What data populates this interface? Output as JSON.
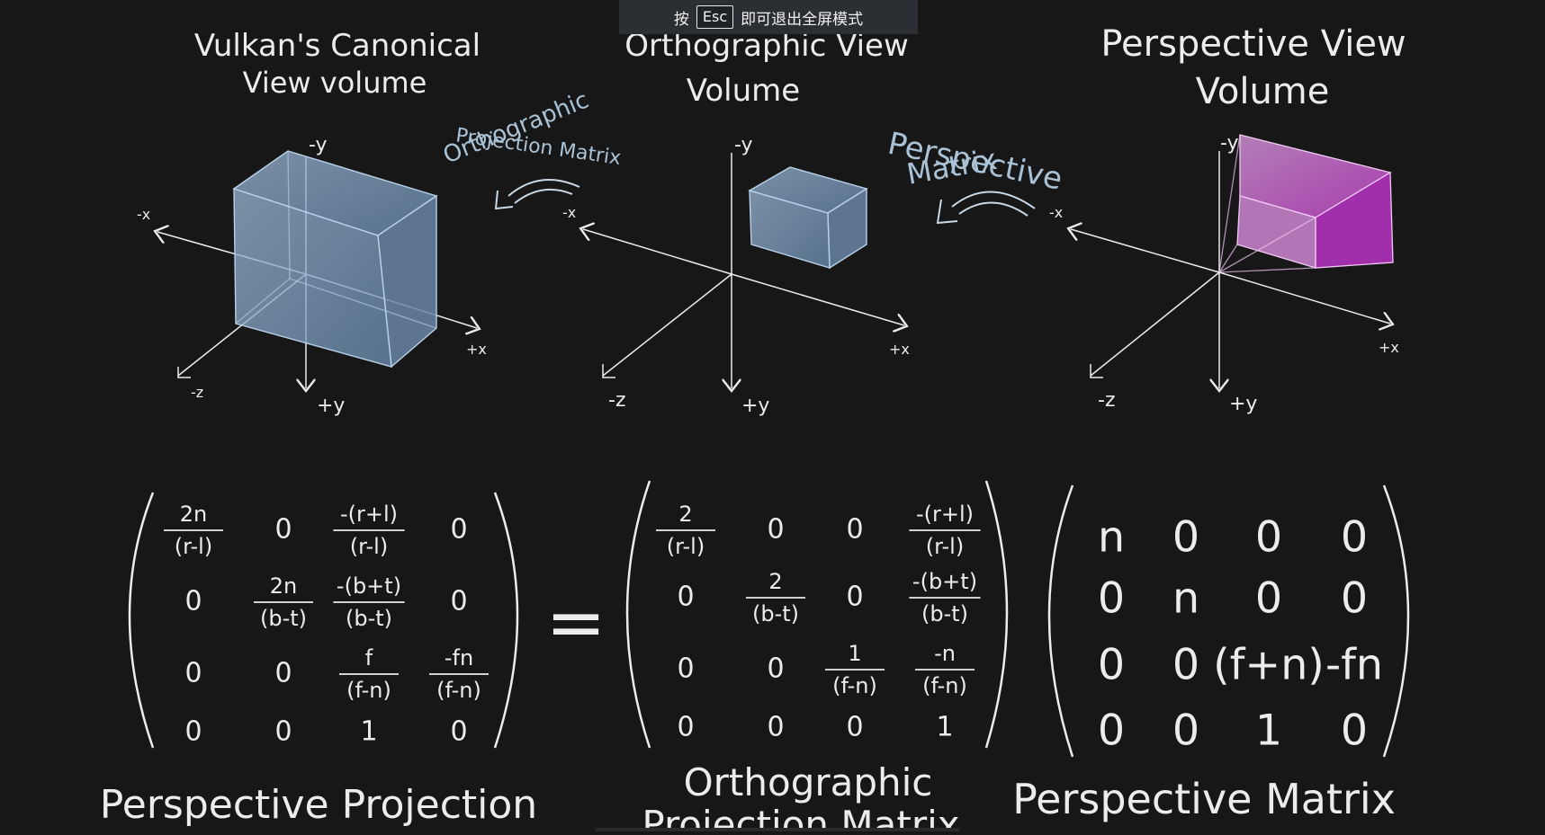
{
  "fullscreen_hint": {
    "prefix": "按",
    "key": "Esc",
    "suffix": "即可退出全屏模式"
  },
  "panels": {
    "canonical": {
      "title_line1": "Vulkan's Canonical",
      "title_line2": "View volume"
    },
    "orthographic": {
      "title_line1": "Orthographic View",
      "title_line2": "Volume"
    },
    "perspective": {
      "title_line1": "Perspective View",
      "title_line2": "Volume"
    }
  },
  "arrows": {
    "ortho_projection": {
      "line1": "Orthographic",
      "line2": "Projection Matrix"
    },
    "perspective": {
      "line1": "Perspective",
      "line2": "Matrix"
    }
  },
  "axis_labels": {
    "neg_x": "-x",
    "pos_x": "+x",
    "neg_y": "-y",
    "pos_y": "+y",
    "neg_z": "-z"
  },
  "equation": {
    "equals": "=",
    "perspective_projection": {
      "rows": [
        [
          "2n/(r-l)",
          "0",
          "-(r+l)/(r-l)",
          "0"
        ],
        [
          "0",
          "2n/(b-t)",
          "-(b+t)/(b-t)",
          "0"
        ],
        [
          "0",
          "0",
          "f/(f-n)",
          "-fn/(f-n)"
        ],
        [
          "0",
          "0",
          "1",
          "0"
        ]
      ]
    },
    "orthographic_projection": {
      "rows": [
        [
          "2/(r-l)",
          "0",
          "0",
          "-(r+l)/(r-l)"
        ],
        [
          "0",
          "2/(b-t)",
          "0",
          "-(b+t)/(b-t)"
        ],
        [
          "0",
          "0",
          "1/(f-n)",
          "-n/(f-n)"
        ],
        [
          "0",
          "0",
          "0",
          "1"
        ]
      ]
    },
    "perspective_matrix": {
      "rows": [
        [
          "n",
          "0",
          "0",
          "0"
        ],
        [
          "0",
          "n",
          "0",
          "0"
        ],
        [
          "0",
          "0",
          "(f+n)",
          "-fn"
        ],
        [
          "0",
          "0",
          "1",
          "0"
        ]
      ]
    }
  },
  "captions": {
    "left": "Perspective Projection",
    "middle_line1": "Orthographic",
    "middle_line2": "Projection Matrix",
    "right": "Perspective Matrix"
  },
  "colors": {
    "blue_box": "#6f93b8",
    "pink_frustum": "#c040c8",
    "chalk": "#ececec",
    "label_blue": "#a9c2d6"
  }
}
